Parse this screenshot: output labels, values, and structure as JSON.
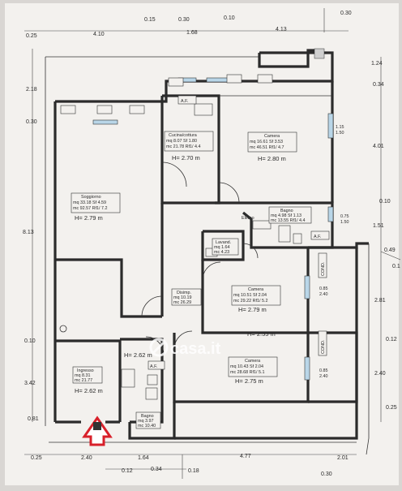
{
  "watermark": "casa.it",
  "dimensions": {
    "top": [
      "0.15",
      "0.30",
      "0.10",
      "0.30",
      "0.25",
      "4.10",
      "1.68",
      "4.13"
    ],
    "right": [
      "1.24",
      "0.34",
      "4.01",
      "0.10",
      "1.51",
      "0.49",
      "0.1",
      "2.81",
      "0.12",
      "2.40",
      "0.25"
    ],
    "left": [
      "2.18",
      "0.30",
      "8.13",
      "0.10",
      "3.42",
      "0.81"
    ],
    "bottom": [
      "0.25",
      "2.40",
      "1.64",
      "4.77",
      "2.01",
      "0.12",
      "0.34",
      "0.18",
      "0.30"
    ]
  },
  "rooms": {
    "soggiorno": {
      "name": "Soggiorno",
      "line1": "mq 33.18  Sf 4.59",
      "line2": "mc 92.57  Rf1/ 7.2",
      "height": "H= 2.79 m"
    },
    "cucina": {
      "name": "Cucina/cottura",
      "line1": "mq 8.07   Sf 1.80",
      "line2": "mc 21.78  Rf1/ 4.4",
      "height": "H= 2.70 m"
    },
    "camera1": {
      "name": "Camera",
      "line1": "mq 16.61  Sf 3.53",
      "line2": "mc 46.51  Rf1/ 4.7",
      "height": "H= 2.80 m"
    },
    "bagno1": {
      "name": "Bagno",
      "line1": "mq 4.98  Sf 1.13",
      "line2": "mc 13.55  Rf1/ 4.4"
    },
    "lavand": {
      "name": "Lavand.",
      "line1": "mq 1.64",
      "line2": "mc 4.23"
    },
    "disimp": {
      "name": "Disimp.",
      "line1": "mq 10.19",
      "line2": "mc 26.29"
    },
    "camera2": {
      "name": "Camera",
      "line1": "mq 10.51  Sf 2.04",
      "line2": "mc 29.22  Rf1/ 5.2",
      "height": "H= 2.79 m"
    },
    "camera3": {
      "name": "Camera",
      "line1": "mq 10.43  Sf 2.04",
      "line2": "mc 28.68  Rf1/ 5.1",
      "height": "H= 2.75 m"
    },
    "ingresso": {
      "name": "Ingresso",
      "line1": "mq 8.31",
      "line2": "mc 21.77",
      "height": "H= 2.62 m"
    },
    "bagno2": {
      "name": "Bagno",
      "line1": "mq 3.97",
      "line2": "mc 10.40"
    }
  },
  "labels": {
    "af1": "A.F.",
    "af2": "A.F.",
    "af3": "A.F.",
    "h262": "H= 2.62 m",
    "h255": "H= 2.55 m",
    "cond1": "COND.",
    "cond2": "COND.",
    "elettro": "Elettro",
    "w1": "1.15",
    "w1b": "1.50",
    "w2": "0.75",
    "w2b": "1.50",
    "w3": "0.85",
    "w3b": "2.40",
    "w4": "0.85",
    "w4b": "2.40"
  },
  "colors": {
    "arrow": "#d8202a",
    "wall": "#2b2b2b",
    "paper": "#f3f1ee",
    "watermark": "#ffffff"
  }
}
